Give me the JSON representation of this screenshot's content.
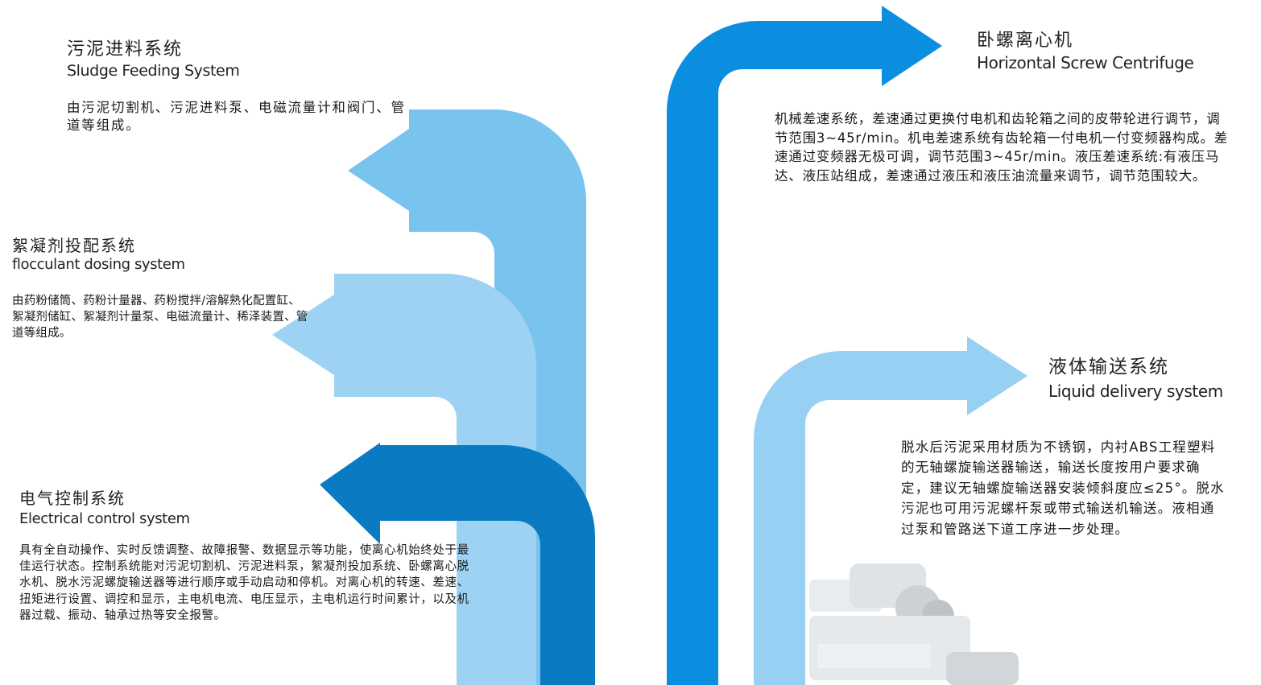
{
  "colors": {
    "arrow_sludge": "#79c3ef",
    "arrow_flocculant": "#9dd2f3",
    "arrow_electrical": "#0a7bc2",
    "arrow_centrifuge": "#0b8de0",
    "arrow_liquid": "#98d0f3"
  },
  "sections": {
    "sludge": {
      "zh": "污泥进料系统",
      "en": "Sludge Feeding System",
      "desc": "由污泥切割机、污泥进料泵、电磁流量计和阀门、管道等组成。"
    },
    "flocculant": {
      "zh": "絮凝剂投配系统",
      "en": "flocculant dosing system",
      "desc": "由药粉储筒、药粉计量器、药粉搅拌/溶解熟化配置缸、絮凝剂储缸、絮凝剂计量泵、电磁流量计、稀泽装置、管道等组成。"
    },
    "electrical": {
      "zh": "电气控制系统",
      "en": "Electrical control system",
      "desc": "具有全自动操作、实时反馈调整、故障报警、数据显示等功能，使离心机始终处于最佳运行状态。控制系统能对污泥切割机、污泥进料泵，絮凝剂投加系统、卧螺离心脱水机、脱水污泥螺旋输送器等进行顺序或手动启动和停机。对离心机的转速、差速、扭矩进行设置、调控和显示，主电机电流、电压显示，主电机运行时间累计，以及机器过载、振动、轴承过热等安全报警。"
    },
    "centrifuge": {
      "zh": "卧螺离心机",
      "en": "Horizontal Screw Centrifuge",
      "desc": "机械差速系统，差速通过更换付电机和齿轮箱之间的皮带轮进行调节，调节范围3~45r/min。机电差速系统有齿轮箱一付电机一付变频器构成。差速通过变频器无极可调，调节范围3~45r/min。液压差速系统:有液压马达、液压站组成，差速通过液压和液压油流量来调节，调节范围较大。"
    },
    "liquid": {
      "zh": "液体输送系统",
      "en": "Liquid delivery system",
      "desc": "脱水后污泥采用材质为不锈钢，内衬ABS工程塑料的无轴螺旋输送器输送，输送长度按用户要求确定，建议无轴螺旋输送器安装倾斜度应≤25°。脱水污泥也可用污泥螺杆泵或带式输送机输送。液相通过泵和管路送下道工序进一步处理。"
    }
  }
}
